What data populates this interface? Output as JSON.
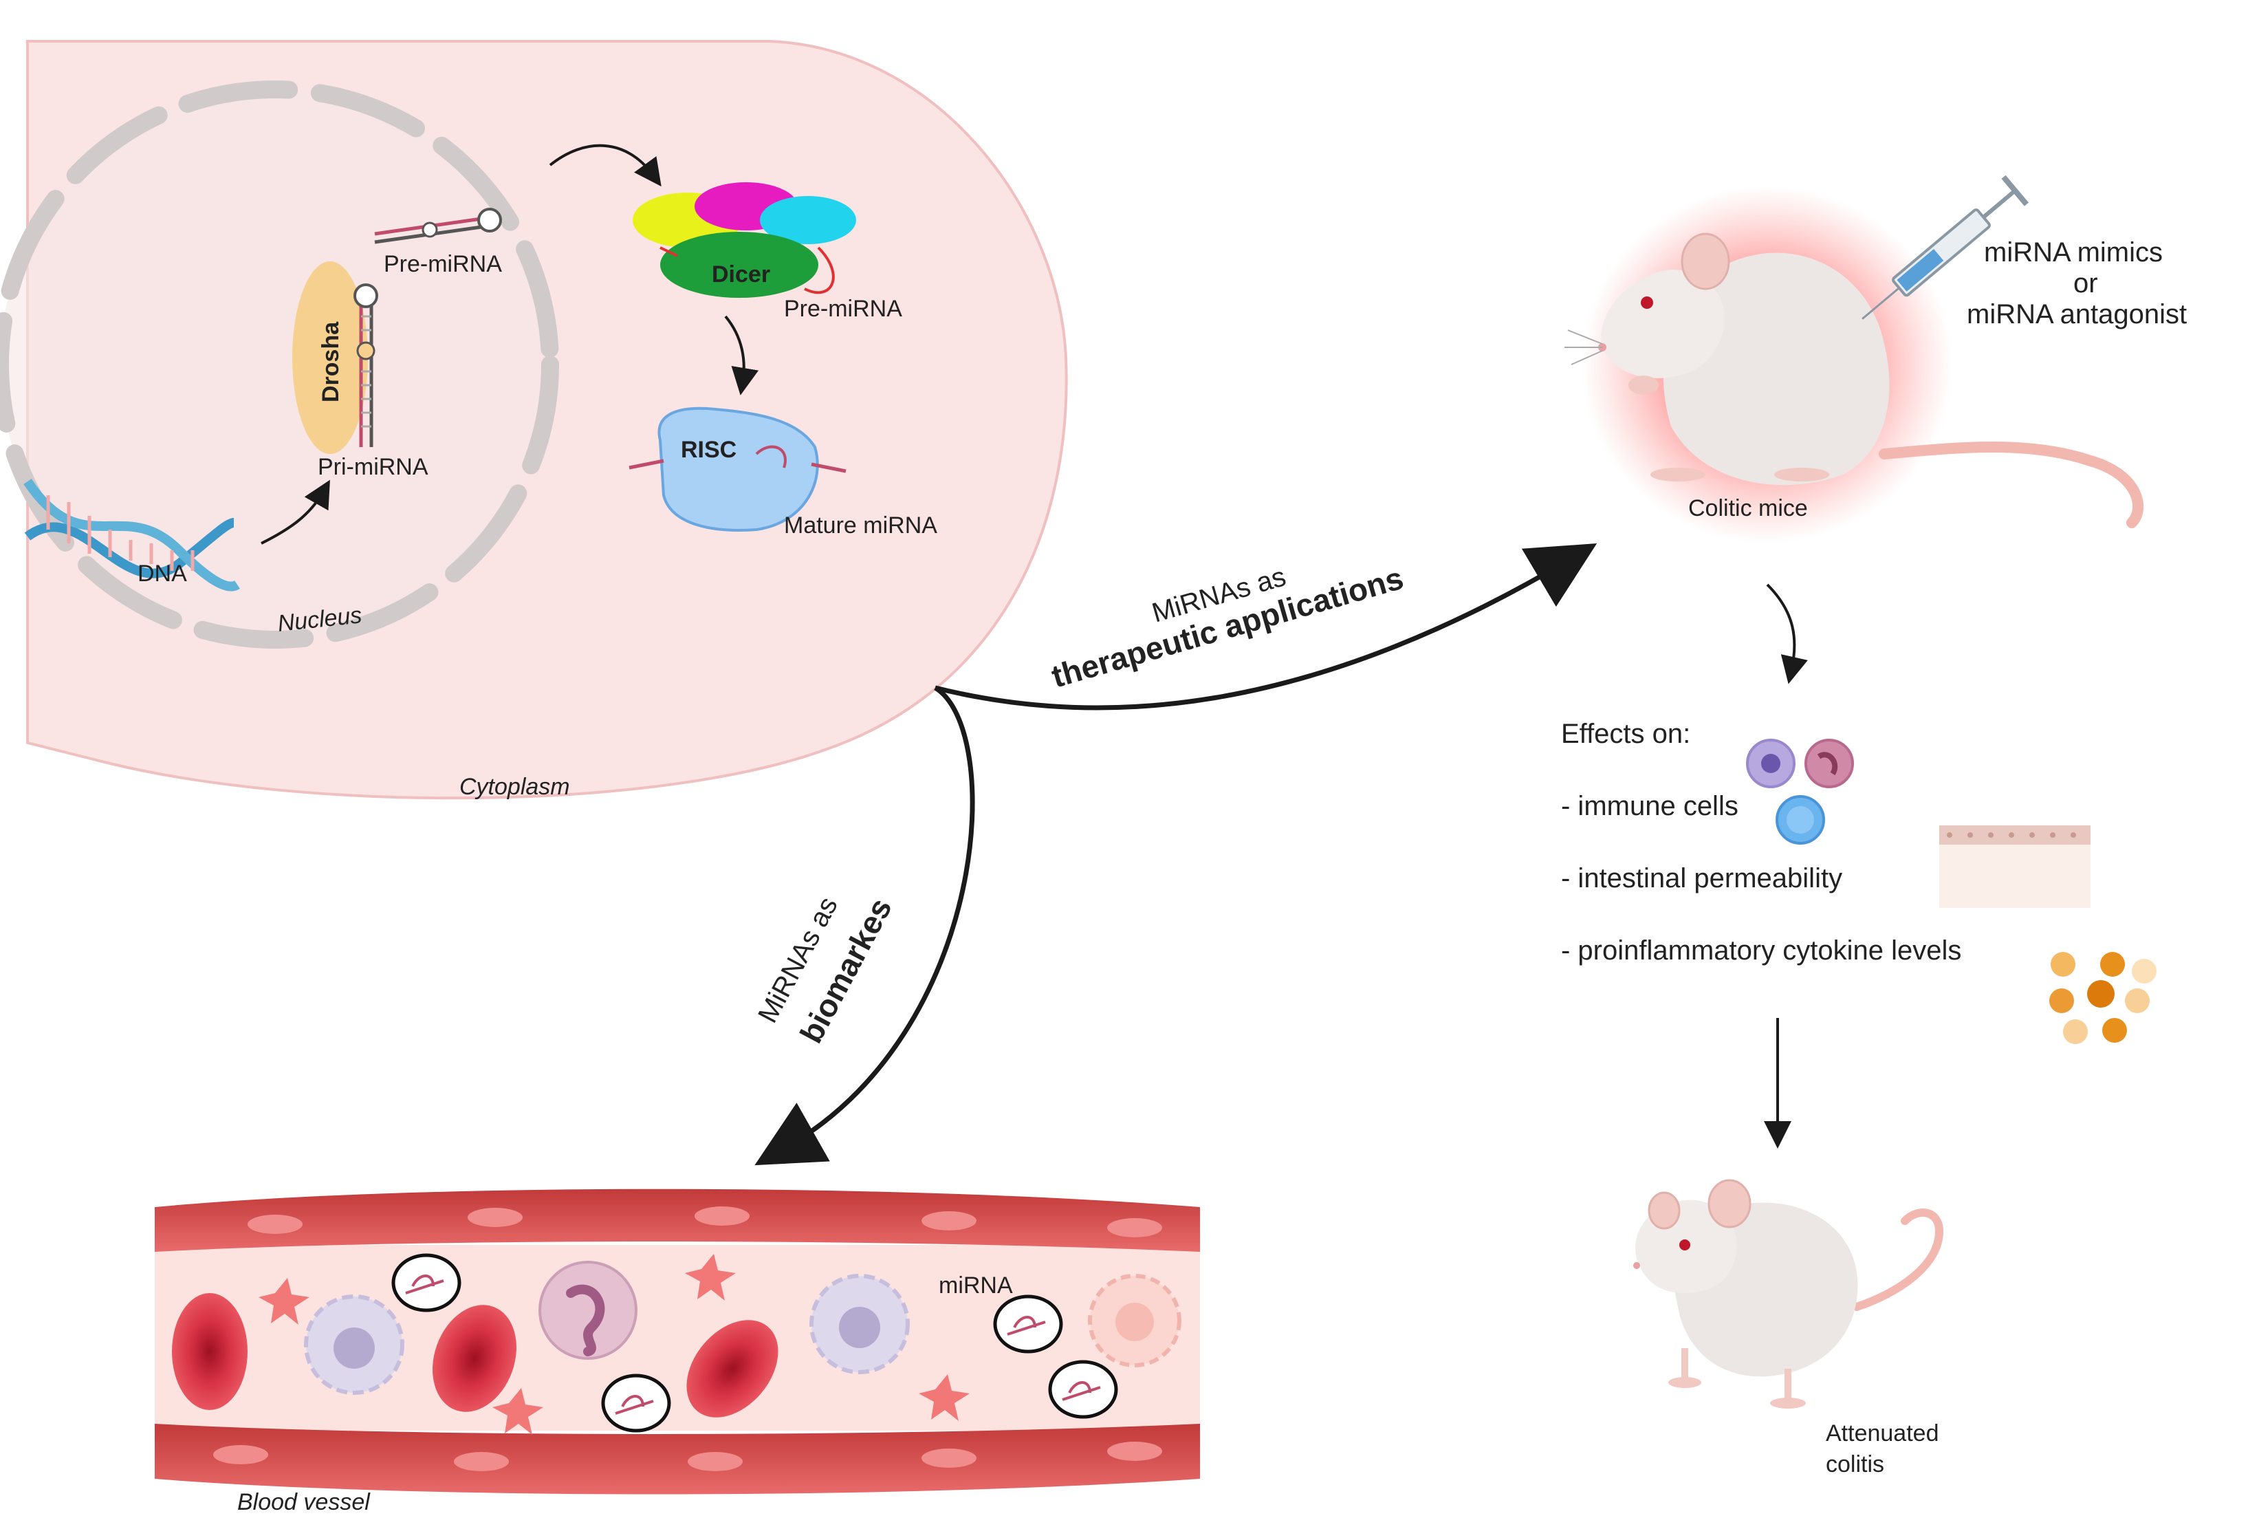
{
  "cell": {
    "nucleus_label": "Nucleus",
    "cytoplasm_label": "Cytoplasm",
    "dna_label": "DNA",
    "drosha_label": "Drosha",
    "pri_mirna_label": "Pri-miRNA",
    "pre_mirna_label_nucleus": "Pre-miRNA",
    "dicer_label": "Dicer",
    "pre_mirna_label_cyto": "Pre-miRNA",
    "risc_label": "RISC",
    "mature_mirna_label": "Mature miRNA"
  },
  "therapeutic_arrow": {
    "line1": "MiRNAs as",
    "line2": "therapeutic applications"
  },
  "biomarker_arrow": {
    "line1": "MiRNAs as",
    "line2": "biomarkes"
  },
  "mouse_top": {
    "label": "Colitic mice",
    "injection_line1": "miRNA mimics",
    "injection_line2": "or",
    "injection_line3": "miRNA antagonist"
  },
  "effects": {
    "title": "Effects on:",
    "items": [
      "- immune cells",
      "- intestinal permeability",
      "- proinflammatory cytokine levels"
    ]
  },
  "mouse_bottom": {
    "line1": "Attenuated",
    "line2": "colitis"
  },
  "blood_vessel": {
    "label": "Blood vessel",
    "mirna_label": "miRNA"
  },
  "colors": {
    "cytoplasm_fill": "#fbe4e4",
    "nucleus_ring": "#d2cccc",
    "drosha": "#f5d08e",
    "dicer": "#1e9e3a",
    "dicer_magenta": "#e61cc0",
    "dicer_yellow": "#e8f21a",
    "dicer_cyan": "#22d3ee",
    "risc": "#a9d0f5",
    "vessel_wall": "#d94b4b",
    "red_cell": "#d02c3c",
    "inflammation_glow": "#ff3333"
  }
}
